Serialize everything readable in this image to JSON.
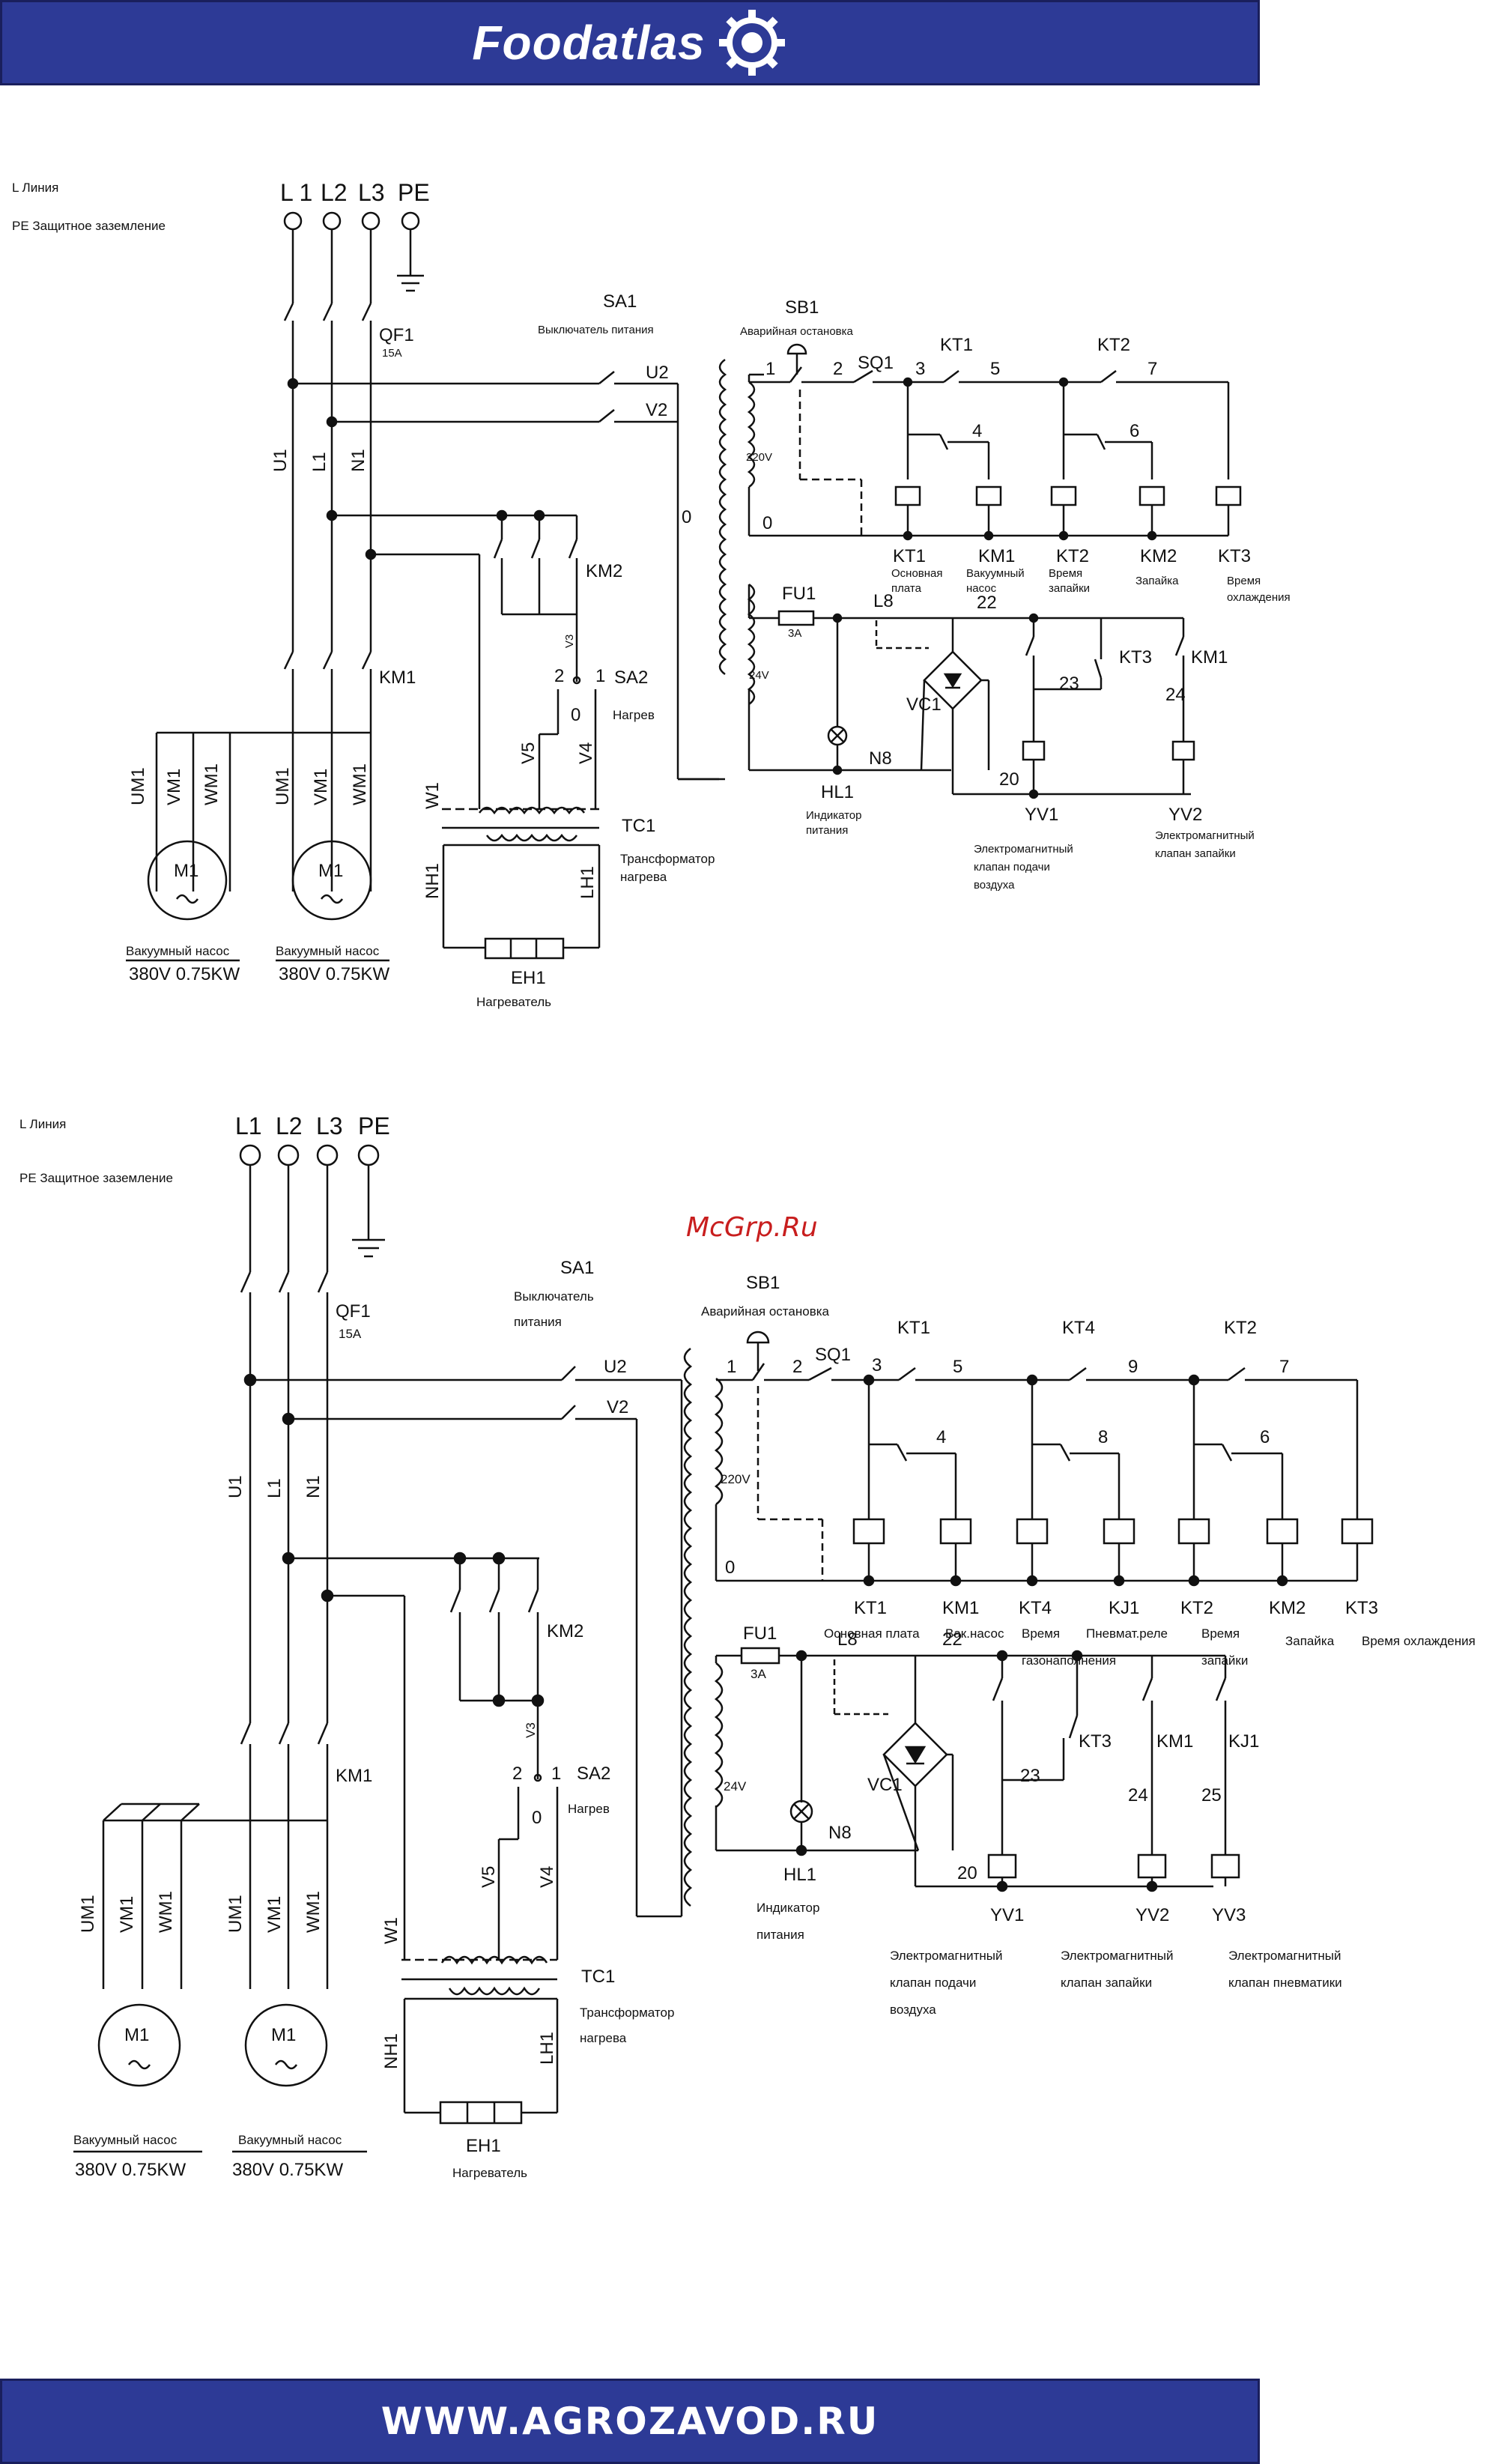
{
  "header": {
    "brand": "Foodatlas"
  },
  "footer": {
    "url": "WWW.AGROZAVOD.RU"
  },
  "watermark": "McGrp.Ru",
  "legend": {
    "line": "L Линия",
    "pe": "PE Защитное заземление"
  },
  "d1": {
    "l1": "L 1",
    "l2": "L2",
    "l3": "L3",
    "pe": "PE",
    "qf1": "QF1",
    "qf1_rating": "15A",
    "sa1": "SA1",
    "sa1_desc": "Выключатель питания",
    "sb1": "SB1",
    "sb1_desc": "Аварийная остановка",
    "sq1": "SQ1",
    "kt1": "KT1",
    "kt2": "KT2",
    "u1": "U1",
    "l1n": "L1",
    "n1": "N1",
    "u2": "U2",
    "v2": "V2",
    "km1": "KM1",
    "km2": "KM2",
    "v3": "V3",
    "sa2": "SA2",
    "sa2_desc": "Нагрев",
    "v5": "V5",
    "v4": "V4",
    "w1": "W1",
    "nh1": "NH1",
    "lh1": "LH1",
    "tc1": "TC1",
    "tc1_desc1": "Трансформатор",
    "tc1_desc2": "нагрева",
    "eh1": "EH1",
    "eh1_desc": "Нагреватель",
    "um1": "UM1",
    "vm1": "VM1",
    "wm1": "WM1",
    "m1": "M1",
    "pump": "Вакуумный насос",
    "pump_spec": "380V 0.75KW",
    "v220": "220V",
    "v24": "24V",
    "zero": "0",
    "n1w": "1",
    "n2w": "2",
    "n3w": "3",
    "n4w": "4",
    "n5w": "5",
    "n6w": "6",
    "n7w": "7",
    "coil_kt1": "KT1",
    "coil_km1": "KM1",
    "coil_kt2": "KT2",
    "coil_km2": "KM2",
    "coil_kt3": "KT3",
    "c_kt1_desc1": "Основная",
    "c_kt1_desc2": "плата",
    "c_km1_desc1": "Вакуумный",
    "c_km1_desc2": "насос",
    "c_kt2_desc1": "Время",
    "c_kt2_desc2": "запайки",
    "c_km2_desc": "Запайка",
    "c_kt3_desc1": "Время",
    "c_kt3_desc2": "охлаждения",
    "fu1": "FU1",
    "fu1_rating": "3A",
    "l8": "L8",
    "n22": "22",
    "vc1": "VC1",
    "kt3": "KT3",
    "km1b": "KM1",
    "n23": "23",
    "n24": "24",
    "n8": "N8",
    "n20": "20",
    "hl1": "HL1",
    "hl1_desc1": "Индикатор",
    "hl1_desc2": "питания",
    "yv1": "YV1",
    "yv1_desc1": "Электромагнитный",
    "yv1_desc2": "клапан подачи",
    "yv1_desc3": "воздуха",
    "yv2": "YV2",
    "yv2_desc1": "Электромагнитный",
    "yv2_desc2": "клапан запайки"
  },
  "d2": {
    "l1": "L1",
    "l2": "L2",
    "l3": "L3",
    "pe": "PE",
    "qf1": "QF1",
    "qf1_rating": "15A",
    "sa1": "SA1",
    "sa1_desc1": "Выключатель",
    "sa1_desc2": "питания",
    "sb1": "SB1",
    "sb1_desc": "Аварийная остановка",
    "sq1": "SQ1",
    "kt1": "KT1",
    "kt4": "KT4",
    "kt2": "KT2",
    "u1": "U1",
    "l1n": "L1",
    "n1": "N1",
    "u2": "U2",
    "v2": "V2",
    "km1": "KM1",
    "km2": "KM2",
    "v3": "V3",
    "sa2": "SA2",
    "sa2_desc": "Нагрев",
    "v5": "V5",
    "v4": "V4",
    "w1": "W1",
    "nh1": "NH1",
    "lh1": "LH1",
    "tc1": "TC1",
    "tc1_desc1": "Трансформатор",
    "tc1_desc2": "нагрева",
    "eh1": "EH1",
    "eh1_desc": "Нагреватель",
    "um1": "UM1",
    "vm1": "VM1",
    "wm1": "WM1",
    "m1": "M1",
    "pump": "Вакуумный насос",
    "pump_spec": "380V 0.75KW",
    "v220": "220V",
    "v24": "24V",
    "zero": "0",
    "n1w": "1",
    "n2w": "2",
    "n3w": "3",
    "n4w": "4",
    "n5w": "5",
    "n6w": "6",
    "n7w": "7",
    "n8w": "8",
    "n9w": "9",
    "coil_kt1": "KT1",
    "coil_km1": "KM1",
    "coil_kt4": "KT4",
    "coil_kj1": "KJ1",
    "coil_kt2": "KT2",
    "coil_km2": "KM2",
    "coil_kt3": "KT3",
    "c_kt1_desc": "Основная плата",
    "c_km1_desc": "Вак.насос",
    "c_kt4_desc1": "Время",
    "c_kt4_desc2": "газонаполнения",
    "c_kj1_desc": "Пневмат.реле",
    "c_kt2_desc1": "Время",
    "c_kt2_desc2": "запайки",
    "c_km2_desc": "Запайка",
    "c_kt3_desc": "Время охлаждения",
    "fu1": "FU1",
    "fu1_rating": "3A",
    "l8": "L8",
    "n22": "22",
    "vc1": "VC1",
    "kt3": "KT3",
    "km1b": "KM1",
    "kj1b": "KJ1",
    "n23": "23",
    "n24": "24",
    "n25": "25",
    "n8": "N8",
    "n20": "20",
    "hl1": "HL1",
    "hl1_desc1": "Индикатор",
    "hl1_desc2": "питания",
    "yv1": "YV1",
    "yv1_desc1": "Электромагнитный",
    "yv1_desc2": "клапан подачи",
    "yv1_desc3": "воздуха",
    "yv2": "YV2",
    "yv2_desc1": "Электромагнитный",
    "yv2_desc2": "клапан запайки",
    "yv3": "YV3",
    "yv3_desc1": "Электромагнитный",
    "yv3_desc2": "клапан пневматики"
  }
}
